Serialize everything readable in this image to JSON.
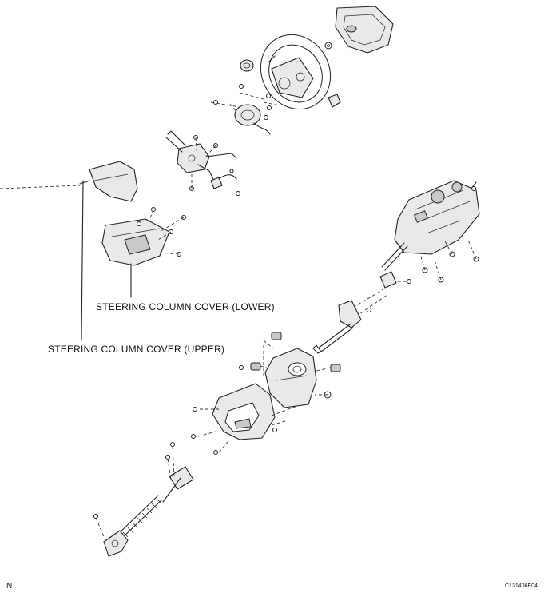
{
  "labels": {
    "cover_lower": "STEERING COLUMN COVER (LOWER)",
    "cover_upper": "STEERING COLUMN COVER (UPPER)",
    "corner_letter": "N",
    "figure_code": "C131406E04"
  }
}
